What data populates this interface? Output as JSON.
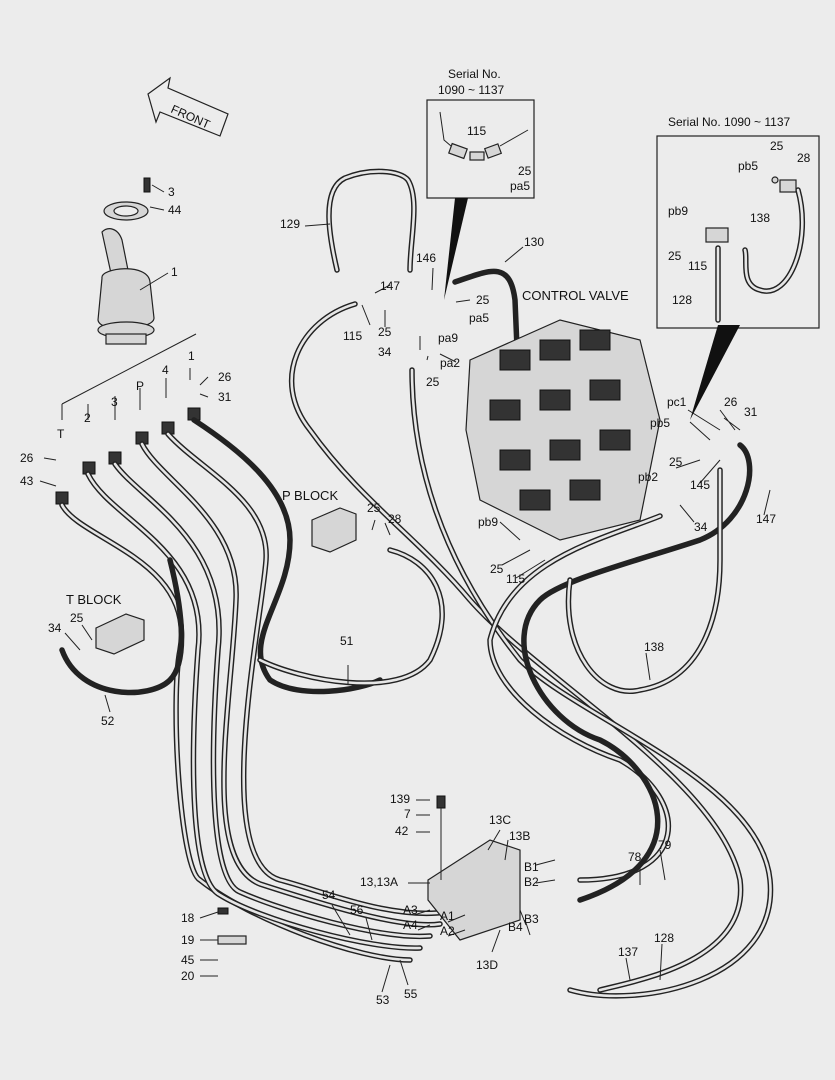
{
  "front_arrow": {
    "text": "FRONT"
  },
  "insets": [
    {
      "id": "inset-1",
      "title_lines": [
        "Serial No.",
        "1090 ~ 1137"
      ],
      "labels": [
        "115",
        "25",
        "pa5"
      ]
    },
    {
      "id": "inset-2",
      "title": "Serial No. 1090 ~ 1137",
      "labels": [
        "25",
        "pb5",
        "28",
        "pb9",
        "138",
        "25",
        "115",
        "128"
      ]
    }
  ],
  "headings": {
    "control_valve": "CONTROL VALVE",
    "p_block": "P BLOCK",
    "t_block": "T BLOCK"
  },
  "port_labels": [
    "T",
    "2",
    "3",
    "P",
    "4",
    "1"
  ],
  "callouts": {
    "c3": "3",
    "c44": "44",
    "c1": "1",
    "c129": "129",
    "c146": "146",
    "c130": "130",
    "c147a": "147",
    "c25a": "25",
    "pa5": "pa5",
    "c115a": "115",
    "c25b": "25",
    "pa9": "pa9",
    "c34a": "34",
    "pa2": "pa2",
    "c25c": "25",
    "c26a": "26",
    "c31a": "31",
    "c26b": "26",
    "c43": "43",
    "pc1": "pc1",
    "c26c": "26",
    "c31b": "31",
    "pb5": "pb5",
    "c25d": "25",
    "c145": "145",
    "pb2": "pb2",
    "c147b": "147",
    "c34b": "34",
    "pb9": "pb9",
    "c25e": "25",
    "c115b": "115",
    "c25f": "25",
    "c28": "28",
    "c25g": "25",
    "c34c": "34",
    "c52": "52",
    "c51": "51",
    "c138": "138",
    "c139": "139",
    "c7": "7",
    "c42": "42",
    "c13c": "13C",
    "c13b": "13B",
    "c1313a": "13,13A",
    "b1": "B1",
    "b2": "B2",
    "c78": "78",
    "c79": "79",
    "c54": "54",
    "c56": "56",
    "a3": "A3",
    "a4": "A4",
    "a1": "A1",
    "a2": "A2",
    "b3": "B3",
    "b4": "B4",
    "c13d": "13D",
    "c18": "18",
    "c19": "19",
    "c45": "45",
    "c20": "20",
    "c53": "53",
    "c55": "55",
    "c137": "137",
    "c128": "128"
  }
}
